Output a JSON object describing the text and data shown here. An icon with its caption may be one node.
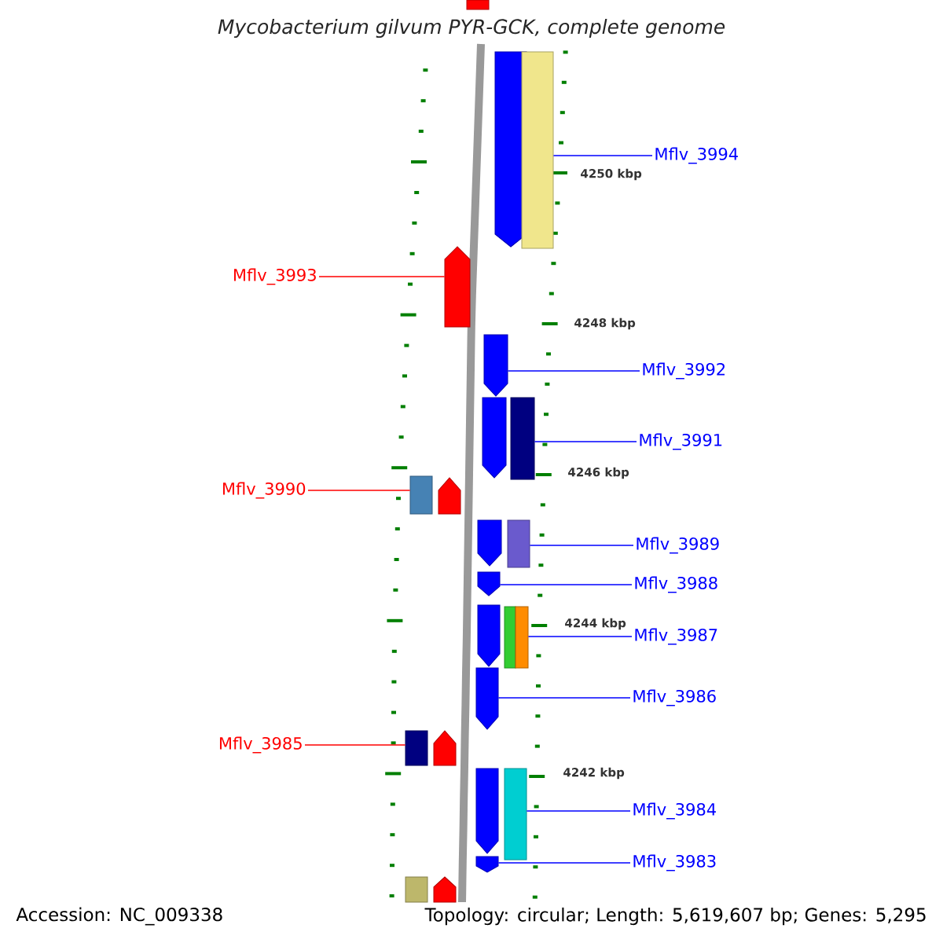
{
  "diagram": {
    "title": "Mycobacterium gilvum PYR-GCK, complete genome",
    "nodes": [
      {
        "text": [],
        "shape": "bar"
      },
      {
        "text": [],
        "shape": "pentagon"
      },
      {
        "text": [],
        "shape": "bar"
      },
      {
        "text": [
          "Mflv_3994"
        ]
      },
      {
        "text": [
          "Mflv_3993"
        ]
      },
      {
        "text": [],
        "shape": "pentagon"
      },
      {
        "text": [],
        "shape": "pentagon"
      },
      {
        "text": [
          "Mflv_3992"
        ]
      },
      {
        "text": [],
        "shape": "pentagon"
      },
      {
        "text": [],
        "shape": "bar"
      },
      {
        "text": [
          "Mflv_3991"
        ]
      },
      {
        "text": [
          "Mflv_3990"
        ]
      },
      {
        "text": [],
        "shape": "bar"
      },
      {
        "text": [],
        "shape": "pentagon"
      },
      {
        "text": [],
        "shape": "pentagon"
      },
      {
        "text": [],
        "shape": "bar"
      },
      {
        "text": [
          "Mflv_3989"
        ]
      },
      {
        "text": [],
        "shape": "pentagon"
      },
      {
        "text": [
          "Mflv_3988"
        ]
      },
      {
        "text": [],
        "shape": "pentagon"
      },
      {
        "text": [],
        "shape": "bar"
      },
      {
        "text": [],
        "shape": "bar"
      },
      {
        "text": [
          "Mflv_3987"
        ]
      },
      {
        "text": [],
        "shape": "pentagon"
      },
      {
        "text": [
          "Mflv_3986"
        ]
      },
      {
        "text": [
          "Mflv_3985"
        ]
      },
      {
        "text": [],
        "shape": "bar"
      },
      {
        "text": [],
        "shape": "pentagon"
      },
      {
        "text": [],
        "shape": "pentagon"
      },
      {
        "text": [],
        "shape": "bar"
      },
      {
        "text": [
          "Mflv_3984"
        ]
      },
      {
        "text": [],
        "shape": "pentagon"
      },
      {
        "text": [
          "Mflv_3983"
        ]
      },
      {
        "text": [],
        "shape": "bar"
      },
      {
        "text": [],
        "shape": "pentagon"
      }
    ],
    "edges": [
      {
        "from": 3,
        "to": 2,
        "arrow": "none"
      },
      {
        "from": 4,
        "to": 5,
        "arrow": "none",
        "color": "#ff0000"
      },
      {
        "from": 7,
        "to": 6,
        "arrow": "none"
      },
      {
        "from": 10,
        "to": 9,
        "arrow": "none"
      },
      {
        "from": 11,
        "to": 12,
        "arrow": "none",
        "color": "#ff0000"
      },
      {
        "from": 16,
        "to": 15,
        "arrow": "none"
      },
      {
        "from": 18,
        "to": 17,
        "arrow": "none"
      },
      {
        "from": 22,
        "to": 21,
        "arrow": "none"
      },
      {
        "from": 24,
        "to": 23,
        "arrow": "none"
      },
      {
        "from": 25,
        "to": 26,
        "arrow": "none",
        "color": "#ff0000"
      },
      {
        "from": 30,
        "to": 29,
        "arrow": "none"
      },
      {
        "from": 32,
        "to": 31,
        "arrow": "none"
      }
    ],
    "labels": [
      "4250 kbp",
      "4248 kbp",
      "4246 kbp",
      "4244 kbp",
      "4242 kbp",
      "Accession: NC_009338",
      "Topology: circular; Length: 5,619,607 bp; Genes: 5,295"
    ]
  }
}
